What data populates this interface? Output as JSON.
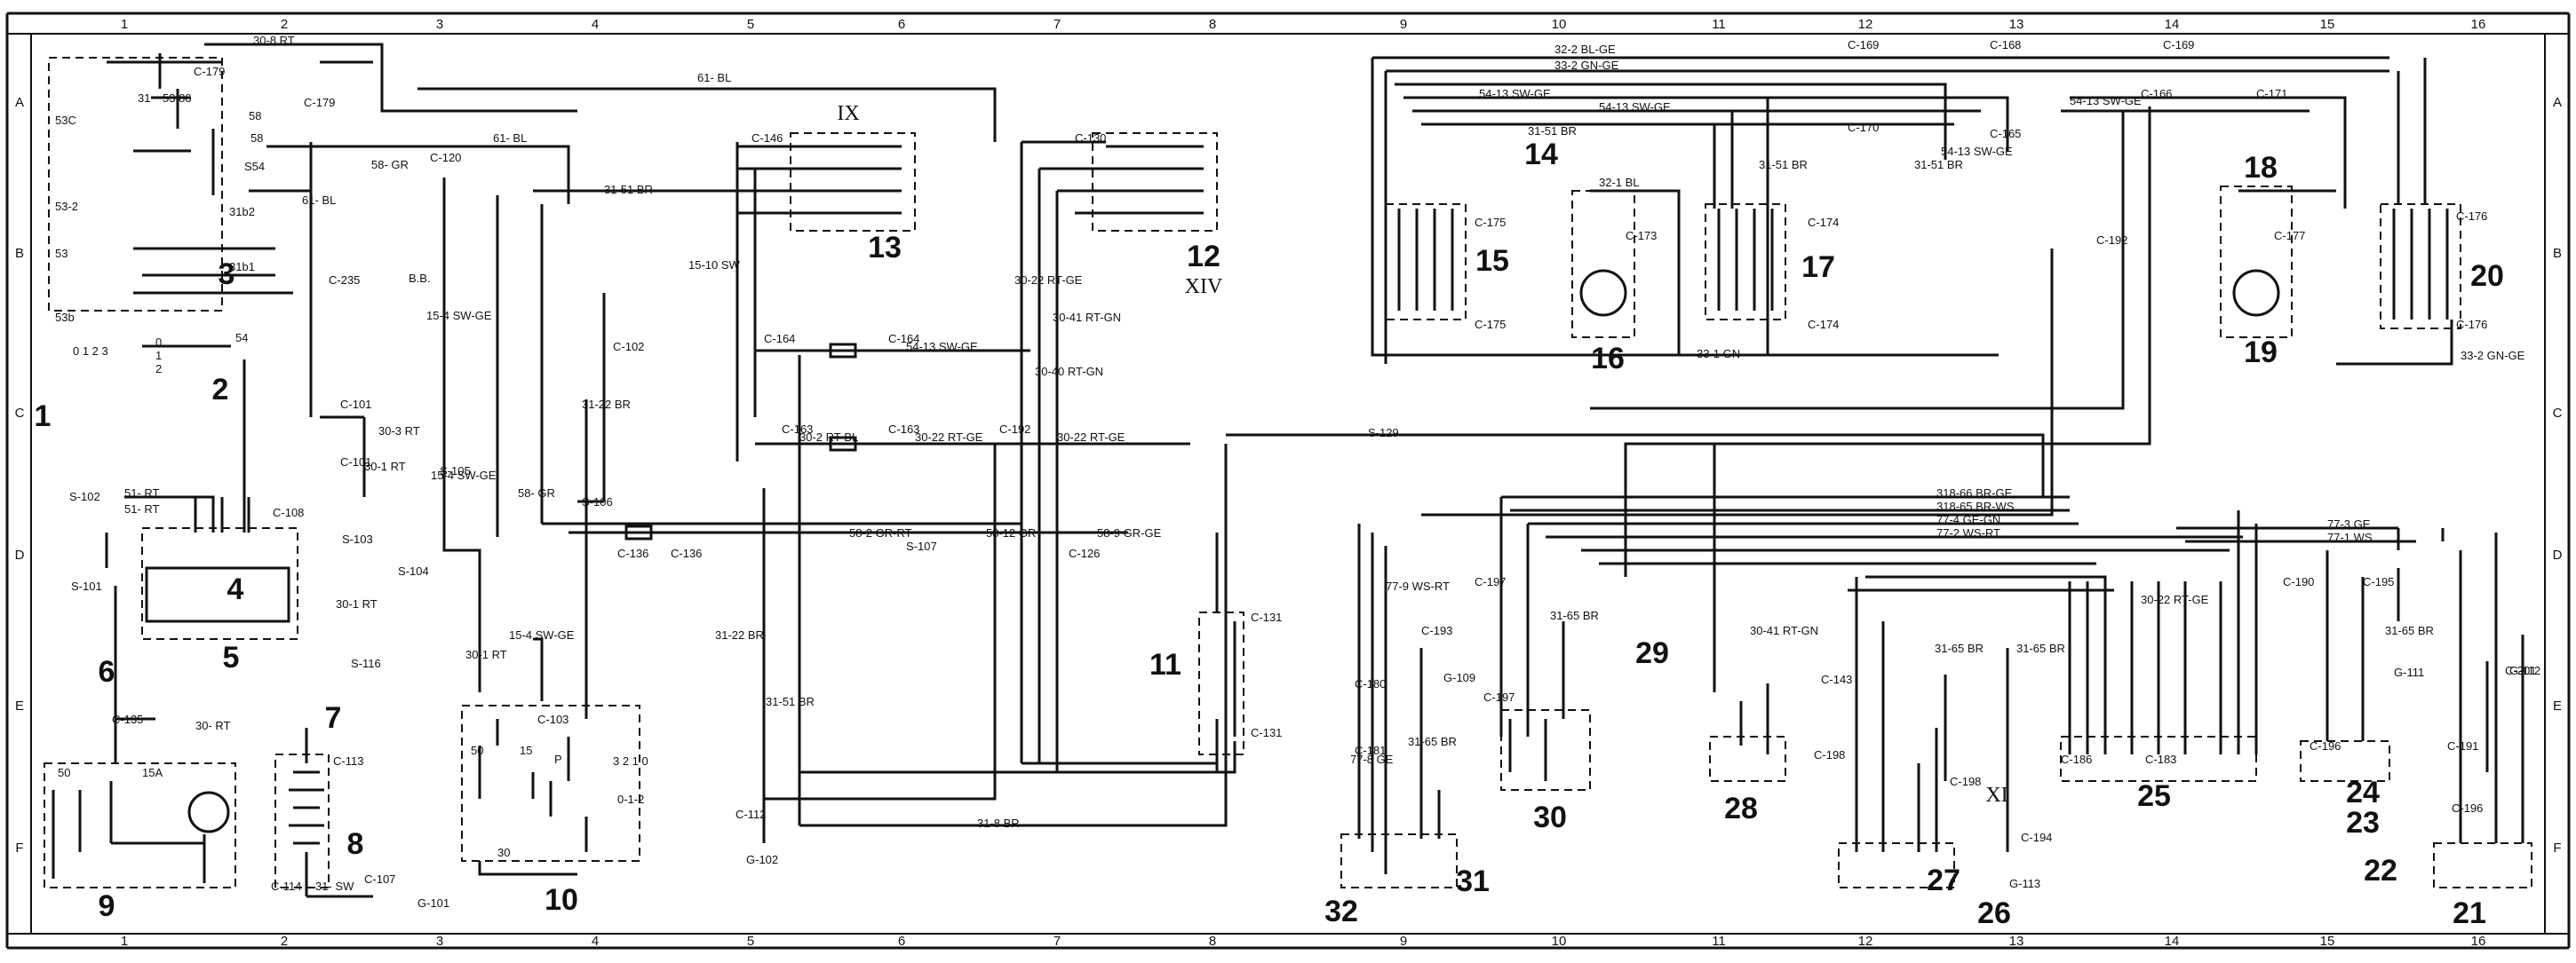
{
  "grid": {
    "columns": [
      "1",
      "2",
      "3",
      "4",
      "5",
      "6",
      "7",
      "8",
      "9",
      "10",
      "11",
      "12",
      "13",
      "14",
      "15",
      "16"
    ],
    "rows": [
      "A",
      "B",
      "C",
      "D",
      "E",
      "F"
    ]
  },
  "components": [
    "1",
    "2",
    "3",
    "4",
    "5",
    "6",
    "7",
    "8",
    "9",
    "10",
    "11",
    "12",
    "13",
    "14",
    "15",
    "16",
    "17",
    "18",
    "19",
    "20",
    "21",
    "22",
    "23",
    "24",
    "25",
    "26",
    "27",
    "28",
    "29",
    "30",
    "31",
    "32"
  ],
  "roman": [
    "IX",
    "XIV",
    "XI"
  ],
  "connectors": [
    "C-179",
    "C-179",
    "C-120",
    "C-235",
    "C-146",
    "C-130",
    "C-169",
    "C-168",
    "C-169",
    "C-175",
    "C-173",
    "C-174",
    "C-176",
    "C-177",
    "C-175",
    "C-174",
    "C-176",
    "C-170",
    "C-165",
    "C-166",
    "C-171",
    "C-192",
    "C-164",
    "C-164",
    "C-163",
    "C-163",
    "C-192",
    "C-101",
    "C-101",
    "C-102",
    "C-108",
    "C-136",
    "C-136",
    "C-126",
    "C-131",
    "C-131",
    "C-193",
    "C-197",
    "C-197",
    "C-143",
    "C-190",
    "C-195",
    "C-201",
    "C-191",
    "C-196",
    "C-186",
    "C-196",
    "C-183",
    "C-198",
    "C-198",
    "C-194",
    "C-135",
    "C-113",
    "C-114",
    "C-107",
    "C-103",
    "C-112",
    "C-180",
    "C-181"
  ],
  "splices": [
    "S-102",
    "S-101",
    "S-105",
    "S-103",
    "S-104",
    "S-116",
    "S-106",
    "S-107",
    "S-129"
  ],
  "grounds": [
    "G-101",
    "G-102",
    "G-109",
    "G-111",
    "G-112",
    "G-113"
  ],
  "wire_labels": [
    "30-8 RT",
    "61- BL",
    "61- BL",
    "58- GR",
    "61- BL",
    "31-51 BR",
    "15-10 SW",
    "15-4 SW-GE",
    "15-4 SW-GE",
    "15-4 SW-GE",
    "30-3 RT",
    "30-1 RT",
    "30-1 RT",
    "30-1 RT",
    "31-22 BR",
    "58- GR",
    "58-2 GR-RT",
    "58-12 GR",
    "58-9 GR-GE",
    "30-22 RT-GE",
    "30-41 RT-GN",
    "30-40 RT-GN",
    "30-2 RT-BL",
    "30-22 RT-GE",
    "30-22 RT-GE",
    "54-13 SW-GE",
    "54-13 SW-GE",
    "54-13 SW-GE",
    "54-13 SW-GE",
    "54-13 SW-GE",
    "31-51 BR",
    "31-51 BR",
    "31-51 BR",
    "32-2 BL-GE",
    "33-2 GN-GE",
    "32-1 BL",
    "33-1 GN",
    "33-2 GN-GE",
    "51- RT",
    "51- RT",
    "31- SW",
    "30- RT",
    "31-8 BR",
    "31-22 BR",
    "31-51 BR",
    "31-65 BR",
    "31-65 BR",
    "31-65 BR",
    "31-65 BR",
    "31-65 BR",
    "318-66 BR-GE",
    "318-65 BR-WS",
    "77-4 GE-GN",
    "77-2 WS-RT",
    "77-3 GE",
    "77-1 WS",
    "77-9 WS-RT",
    "77-8 GE",
    "30-41 RT-GN",
    "30-22 RT-GE",
    "B.B."
  ],
  "switch_terms": [
    "53C",
    "31",
    "53 86",
    "58",
    "58",
    "S54",
    "53-2",
    "31b2",
    "53",
    "31b1",
    "53b",
    "54",
    "0 1 2 3",
    "0",
    "1",
    "2",
    "50",
    "15",
    "P",
    "3 2 1 0",
    "0-1-2",
    "30",
    "50",
    "15A"
  ],
  "colors": {
    "ink": "#111111",
    "paper": "#ffffff"
  }
}
